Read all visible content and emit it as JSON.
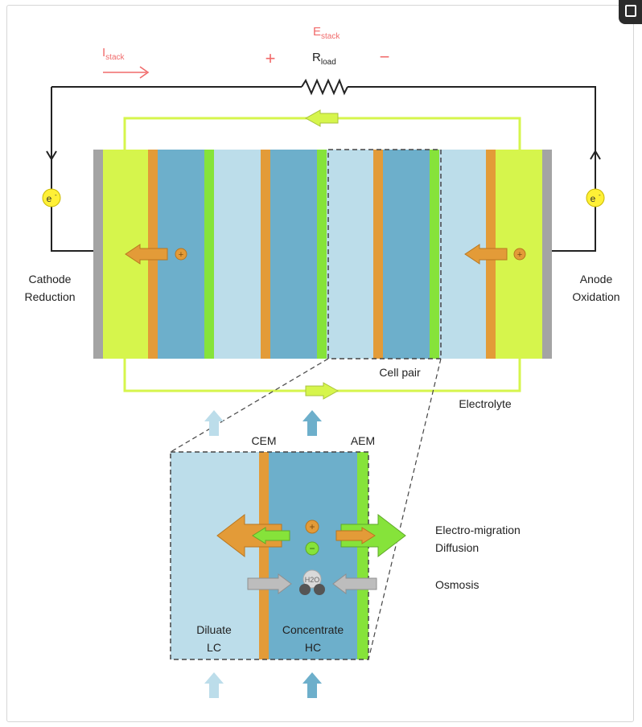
{
  "title": {
    "estack_main": "E",
    "estack_sub": "stack",
    "istack_main": "I",
    "istack_sub": "stack",
    "rload_main": "R",
    "rload_sub": "load",
    "plus": "+",
    "minus": "−"
  },
  "electrodes": {
    "cathode_line1": "Cathode",
    "cathode_line2": "Reduction",
    "anode_line1": "Anode",
    "anode_line2": "Oxidation",
    "electron_main": "e",
    "electron_sup": "-"
  },
  "stack": {
    "cell_pair": "Cell pair",
    "electrolyte": "Electrolyte",
    "ion_plus": "+"
  },
  "detail": {
    "cem": "CEM",
    "aem": "AEM",
    "diluate_line1": "Diluate",
    "diluate_line2": "LC",
    "concentrate_line1": "Concentrate",
    "concentrate_line2": "HC",
    "water": "H2O",
    "ion_plus": "+",
    "ion_minus": "−"
  },
  "legend": {
    "electromigration": "Electro-migration",
    "diffusion": "Diffusion",
    "osmosis": "Osmosis"
  },
  "colors": {
    "electrolyte": "#D6F54C",
    "diluate": "#BCDDEA",
    "concentrate": "#6DAFCB",
    "cem": "#E39B38",
    "aem": "#86E33A",
    "electrode": "#A4A4A4",
    "red": "#F06A6A",
    "electron": "#FFF036"
  }
}
